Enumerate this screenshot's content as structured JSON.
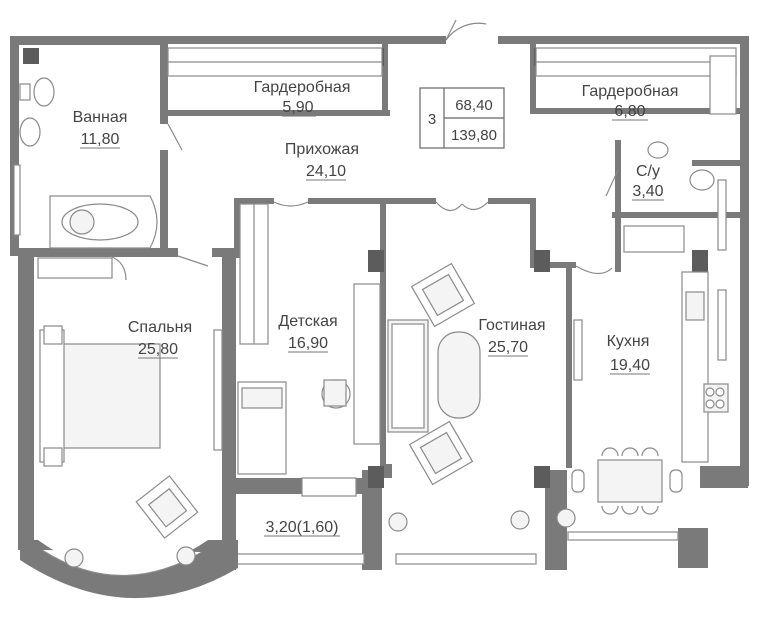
{
  "summary": {
    "rooms": "3",
    "living_area": "68,40",
    "total_area": "139,80"
  },
  "rooms": [
    {
      "id": "bathroom",
      "name": "Ванная",
      "area": "11,80"
    },
    {
      "id": "wardrobe-1",
      "name": "Гардеробная",
      "area": "5,90"
    },
    {
      "id": "wardrobe-2",
      "name": "Гардеробная",
      "area": "6,80"
    },
    {
      "id": "hallway",
      "name": "Прихожая",
      "area": "24,10"
    },
    {
      "id": "wc",
      "name": "С/у",
      "area": "3,40"
    },
    {
      "id": "bedroom",
      "name": "Спальня",
      "area": "25,80"
    },
    {
      "id": "kids-room",
      "name": "Детская",
      "area": "16,90"
    },
    {
      "id": "living-room",
      "name": "Гостиная",
      "area": "25,70"
    },
    {
      "id": "kitchen",
      "name": "Кухня",
      "area": "19,40"
    }
  ],
  "balcony": {
    "area": "3,20(1,60)"
  }
}
